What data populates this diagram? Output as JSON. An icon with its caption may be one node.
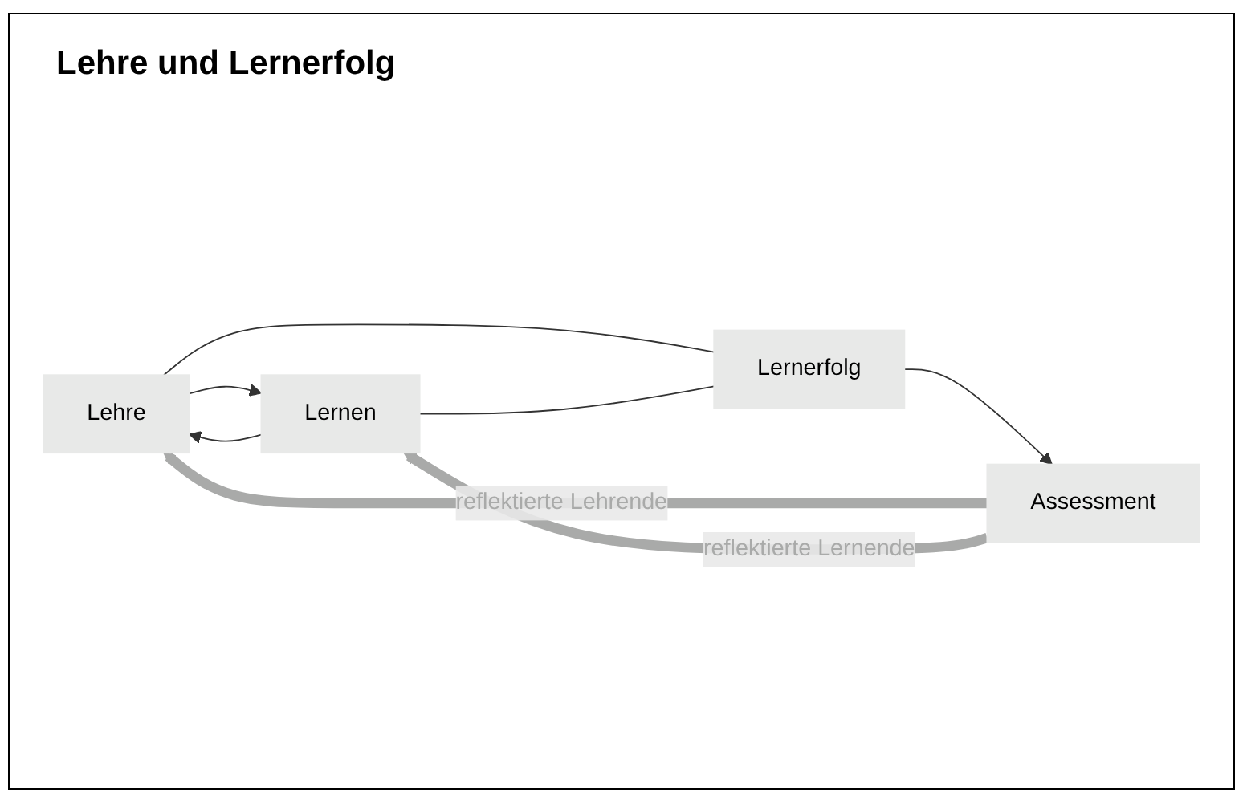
{
  "diagram": {
    "title": "Lehre und Lernerfolg",
    "nodes": [
      {
        "text": [
          "Lehre"
        ]
      },
      {
        "text": [
          "Lernen"
        ]
      },
      {
        "text": [
          "Lernerfolg"
        ]
      },
      {
        "text": [
          "Assessment"
        ]
      }
    ],
    "edges": [
      {
        "from": 1,
        "to": 0,
        "arrow": "to"
      },
      {
        "from": 0,
        "to": 1,
        "arrow": "to"
      },
      {
        "from": 0,
        "to": 2,
        "arrow": "none"
      },
      {
        "from": 1,
        "to": 2,
        "arrow": "none"
      },
      {
        "from": 2,
        "to": 3,
        "arrow": "to"
      },
      {
        "from": 3,
        "to": 0,
        "arrow": "to",
        "label": "reflektierte Lehrende",
        "style": "thick",
        "color": "#a9aaa9"
      },
      {
        "from": 3,
        "to": 1,
        "arrow": "to",
        "label": "reflektierte Lernende",
        "style": "thick",
        "color": "#a9aaa9"
      }
    ]
  }
}
